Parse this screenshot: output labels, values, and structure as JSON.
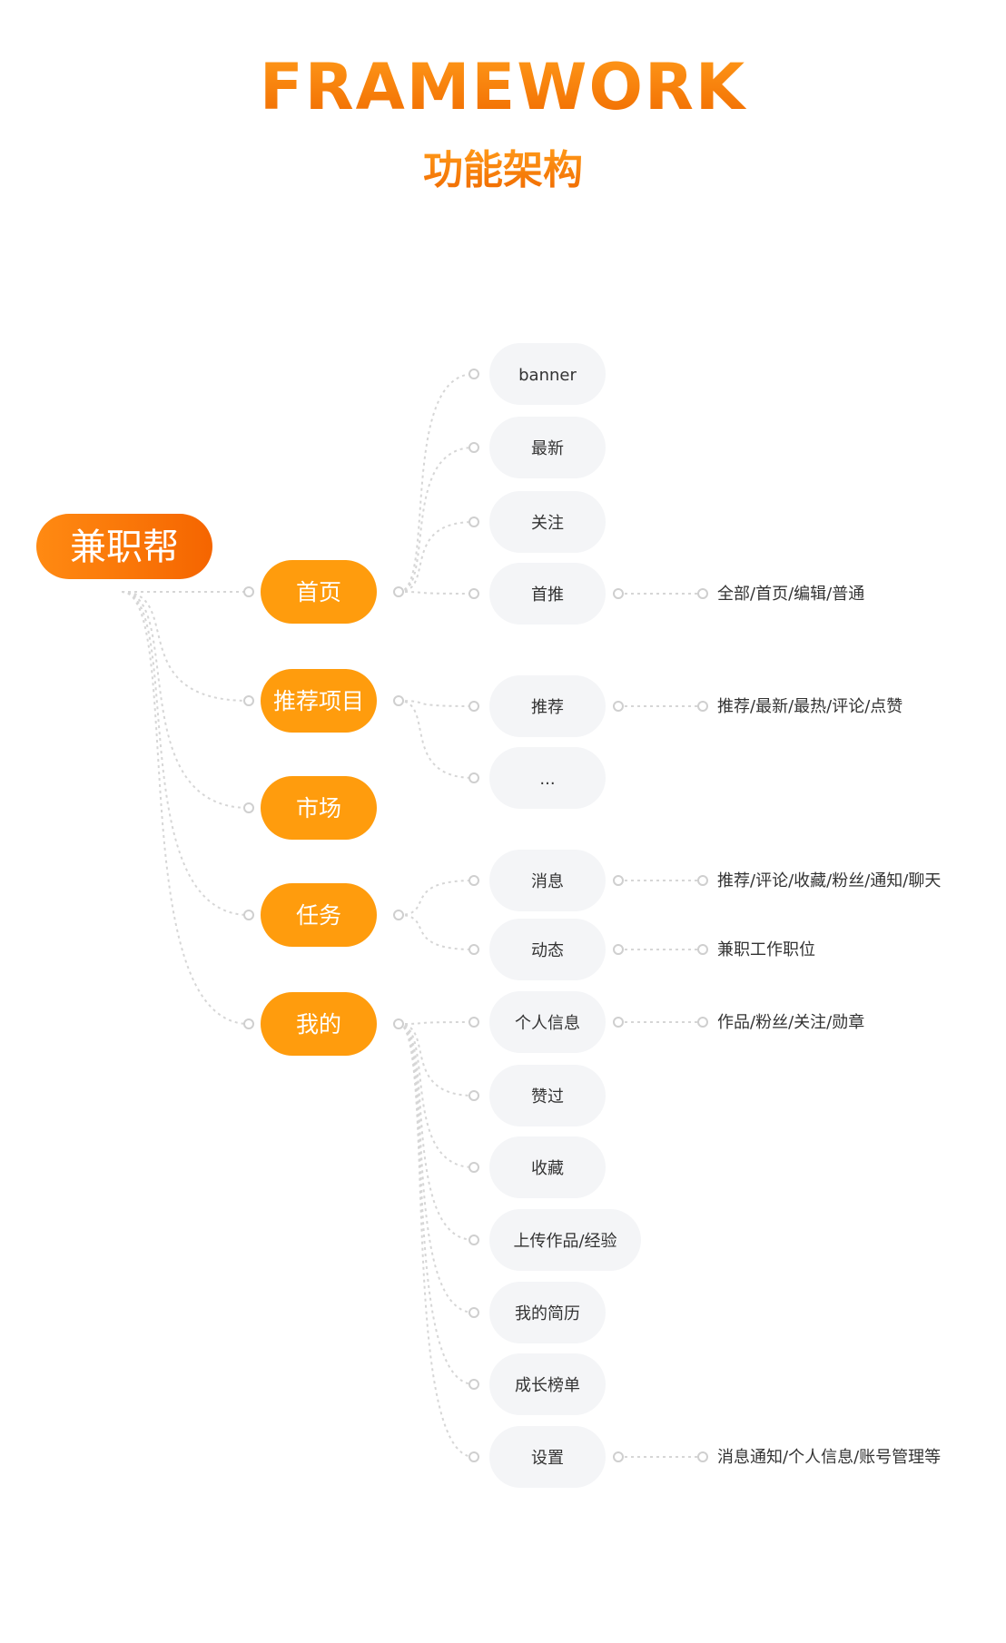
{
  "header": {
    "title_en": "FRAMEWORK",
    "title_cn": "功能架构"
  },
  "colors": {
    "title_gradient": [
      "#FF9A1A",
      "#F06A00"
    ],
    "root_gradient": [
      "#FF8A12",
      "#F56500"
    ],
    "level1_fill": "#FF9C0D",
    "level2_fill": "#F4F5F7",
    "connector": "#D6D6D6"
  },
  "tree": {
    "label": "兼职帮",
    "children": [
      {
        "label": "首页",
        "children": [
          {
            "label": "banner"
          },
          {
            "label": "最新"
          },
          {
            "label": "关注"
          },
          {
            "label": "首推",
            "detail": "全部/首页/编辑/普通"
          }
        ]
      },
      {
        "label": "推荐项目",
        "children": [
          {
            "label": "推荐",
            "detail": "推荐/最新/最热/评论/点赞"
          },
          {
            "label": "..."
          }
        ]
      },
      {
        "label": "市场",
        "children": []
      },
      {
        "label": "任务",
        "children": [
          {
            "label": "消息",
            "detail": "推荐/评论/收藏/粉丝/通知/聊天"
          },
          {
            "label": "动态",
            "detail": "兼职工作职位"
          }
        ]
      },
      {
        "label": "我的",
        "children": [
          {
            "label": "个人信息",
            "detail": "作品/粉丝/关注/勋章"
          },
          {
            "label": "赞过"
          },
          {
            "label": "收藏"
          },
          {
            "label": "上传作品/经验"
          },
          {
            "label": "我的简历"
          },
          {
            "label": "成长榜单"
          },
          {
            "label": "设置",
            "detail": "消息通知/个人信息/账号管理等"
          }
        ]
      }
    ]
  }
}
